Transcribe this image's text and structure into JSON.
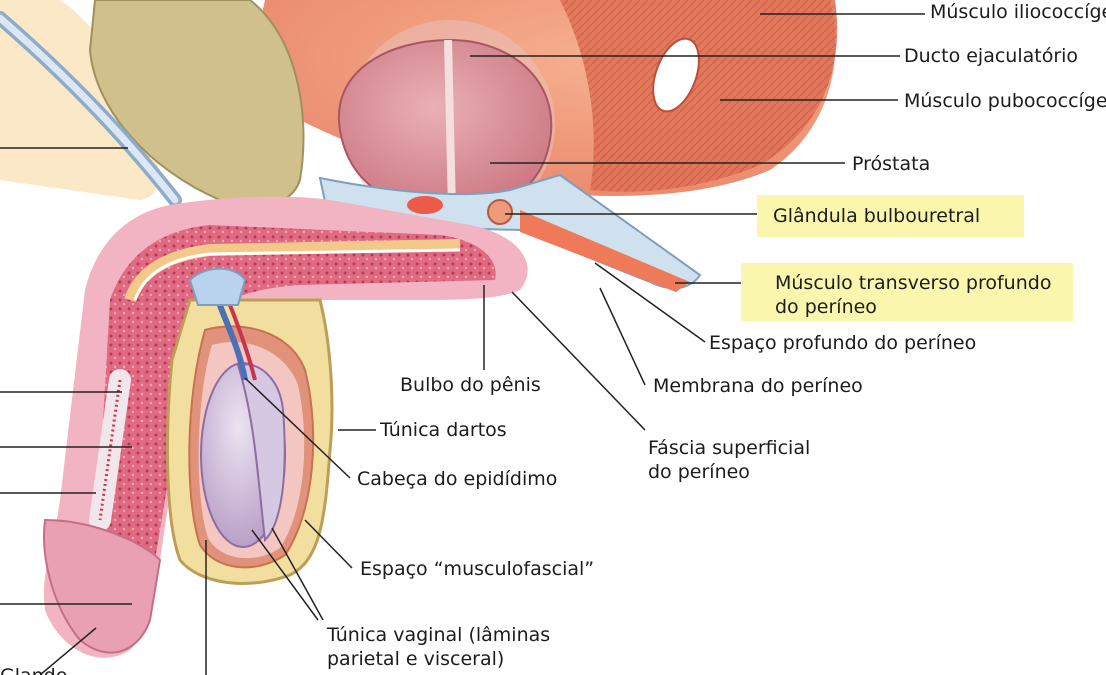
{
  "labels": {
    "musculo_iliococcigeo": "Músculo iliococcígeo",
    "ducto_ejaculatorio": "Ducto ejaculatório",
    "musculo_pubococcigeo": "Músculo pubococcígeo",
    "prostata": "Próstata",
    "glandula_bulbouretral": "Glândula bulbouretral",
    "musculo_transverso_l1": "Músculo transverso profundo",
    "musculo_transverso_l2": "do períneo",
    "espaco_profundo": "Espaço profundo do períneo",
    "membrana_perineo": "Membrana do períneo",
    "bulbo_penis": "Bulbo do pênis",
    "tunica_dartos": "Túnica dartos",
    "fascia_superficial_l1": "Fáscia superficial",
    "fascia_superficial_l2": "do períneo",
    "cabeca_epididimo": "Cabeça do epidídimo",
    "espaco_musculofascial": "Espaço “musculofascial”",
    "tunica_vaginal_l1": "Túnica vaginal (lâminas",
    "tunica_vaginal_l2": "parietal e visceral)",
    "glande_partial": "Glande"
  }
}
